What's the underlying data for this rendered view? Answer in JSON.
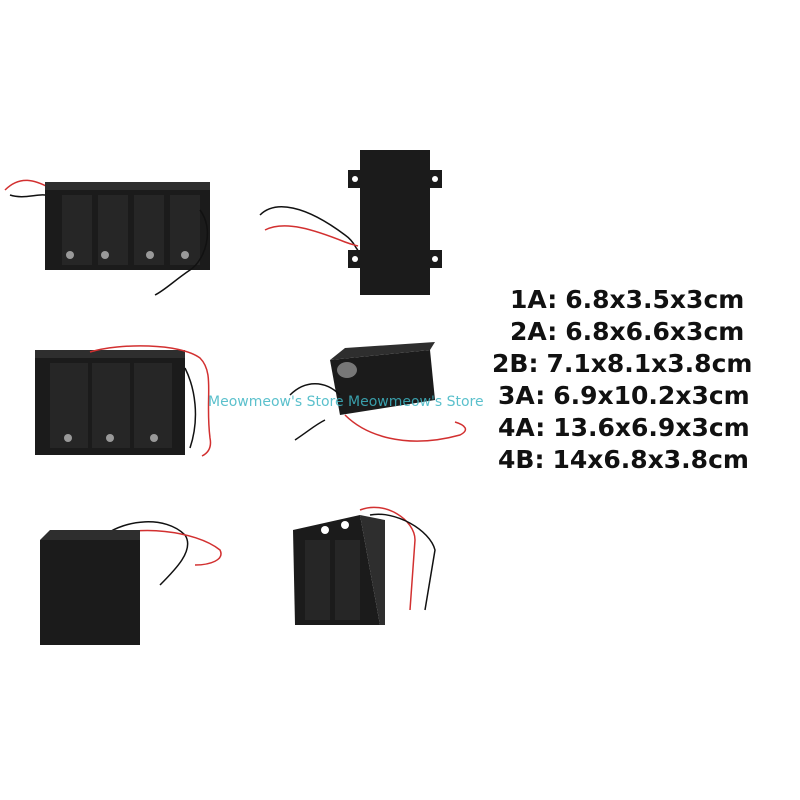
{
  "specs": [
    {
      "code": "1A:",
      "size": "6.8x3.5x3cm"
    },
    {
      "code": "2A:",
      "size": "6.8x6.6x3cm"
    },
    {
      "code": "2B:",
      "size": "7.1x8.1x3.8cm"
    },
    {
      "code": "3A:",
      "size": "6.9x10.2x3cm"
    },
    {
      "code": "4A:",
      "size": "13.6x6.9x3cm"
    },
    {
      "code": "4B:",
      "size": "14x6.8x3.8cm"
    }
  ],
  "watermark": "Meowmeow's Store Meowmeow's Store",
  "colors": {
    "plastic": "#1b1b1b",
    "plastic_light": "#2e2e2e",
    "wire_red": "#d23030",
    "wire_black": "#111111",
    "watermark": "#3fb6c4"
  }
}
